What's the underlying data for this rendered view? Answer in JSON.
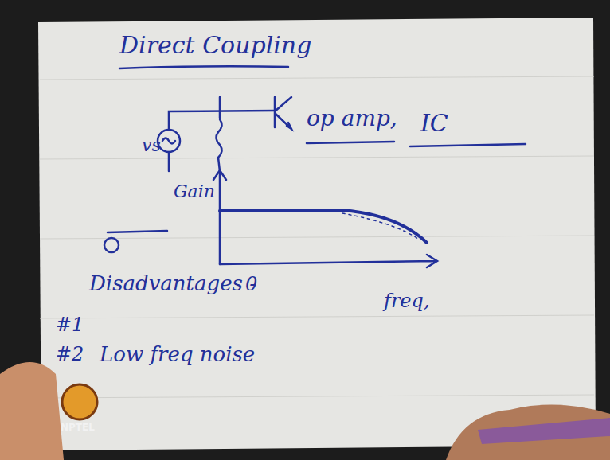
{
  "diagram": {
    "title": "Direct Coupling",
    "labels": [
      "op amp,",
      "IC",
      "vs",
      "Gain",
      "0",
      "freq,",
      "Disadvantages -",
      "#1",
      "#2",
      "Low freq noise",
      "NPTEL"
    ]
  }
}
